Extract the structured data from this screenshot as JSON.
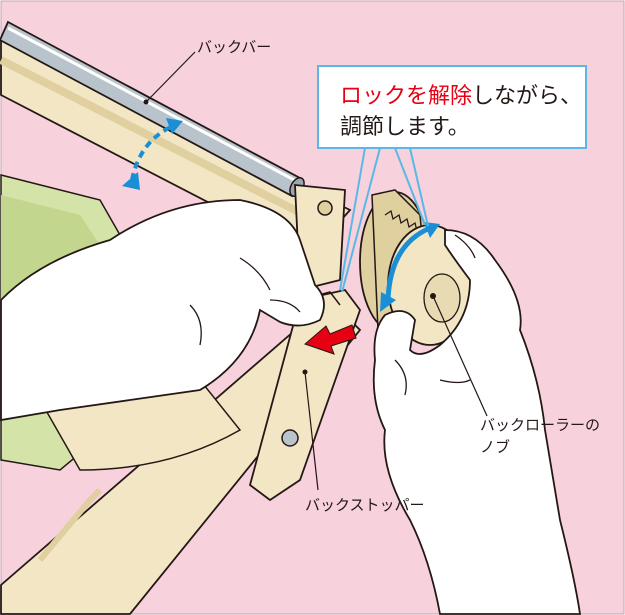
{
  "callout": {
    "line1_red": "ロックを解除",
    "line1_rest": "しながら、",
    "line2": "調節します。"
  },
  "labels": {
    "back_bar": "バックバー",
    "back_roller_knob_line1": "バックローラーの",
    "back_roller_knob_line2": "ノブ",
    "back_stopper": "バックストッパー"
  },
  "colors": {
    "background": "#f7d1dc",
    "wood": "#f2e6c4",
    "bar": "#b9c3cb",
    "arrow_blue": "#1a8fd6",
    "arrow_red": "#e60012",
    "callout_border": "#5bb8e6"
  }
}
